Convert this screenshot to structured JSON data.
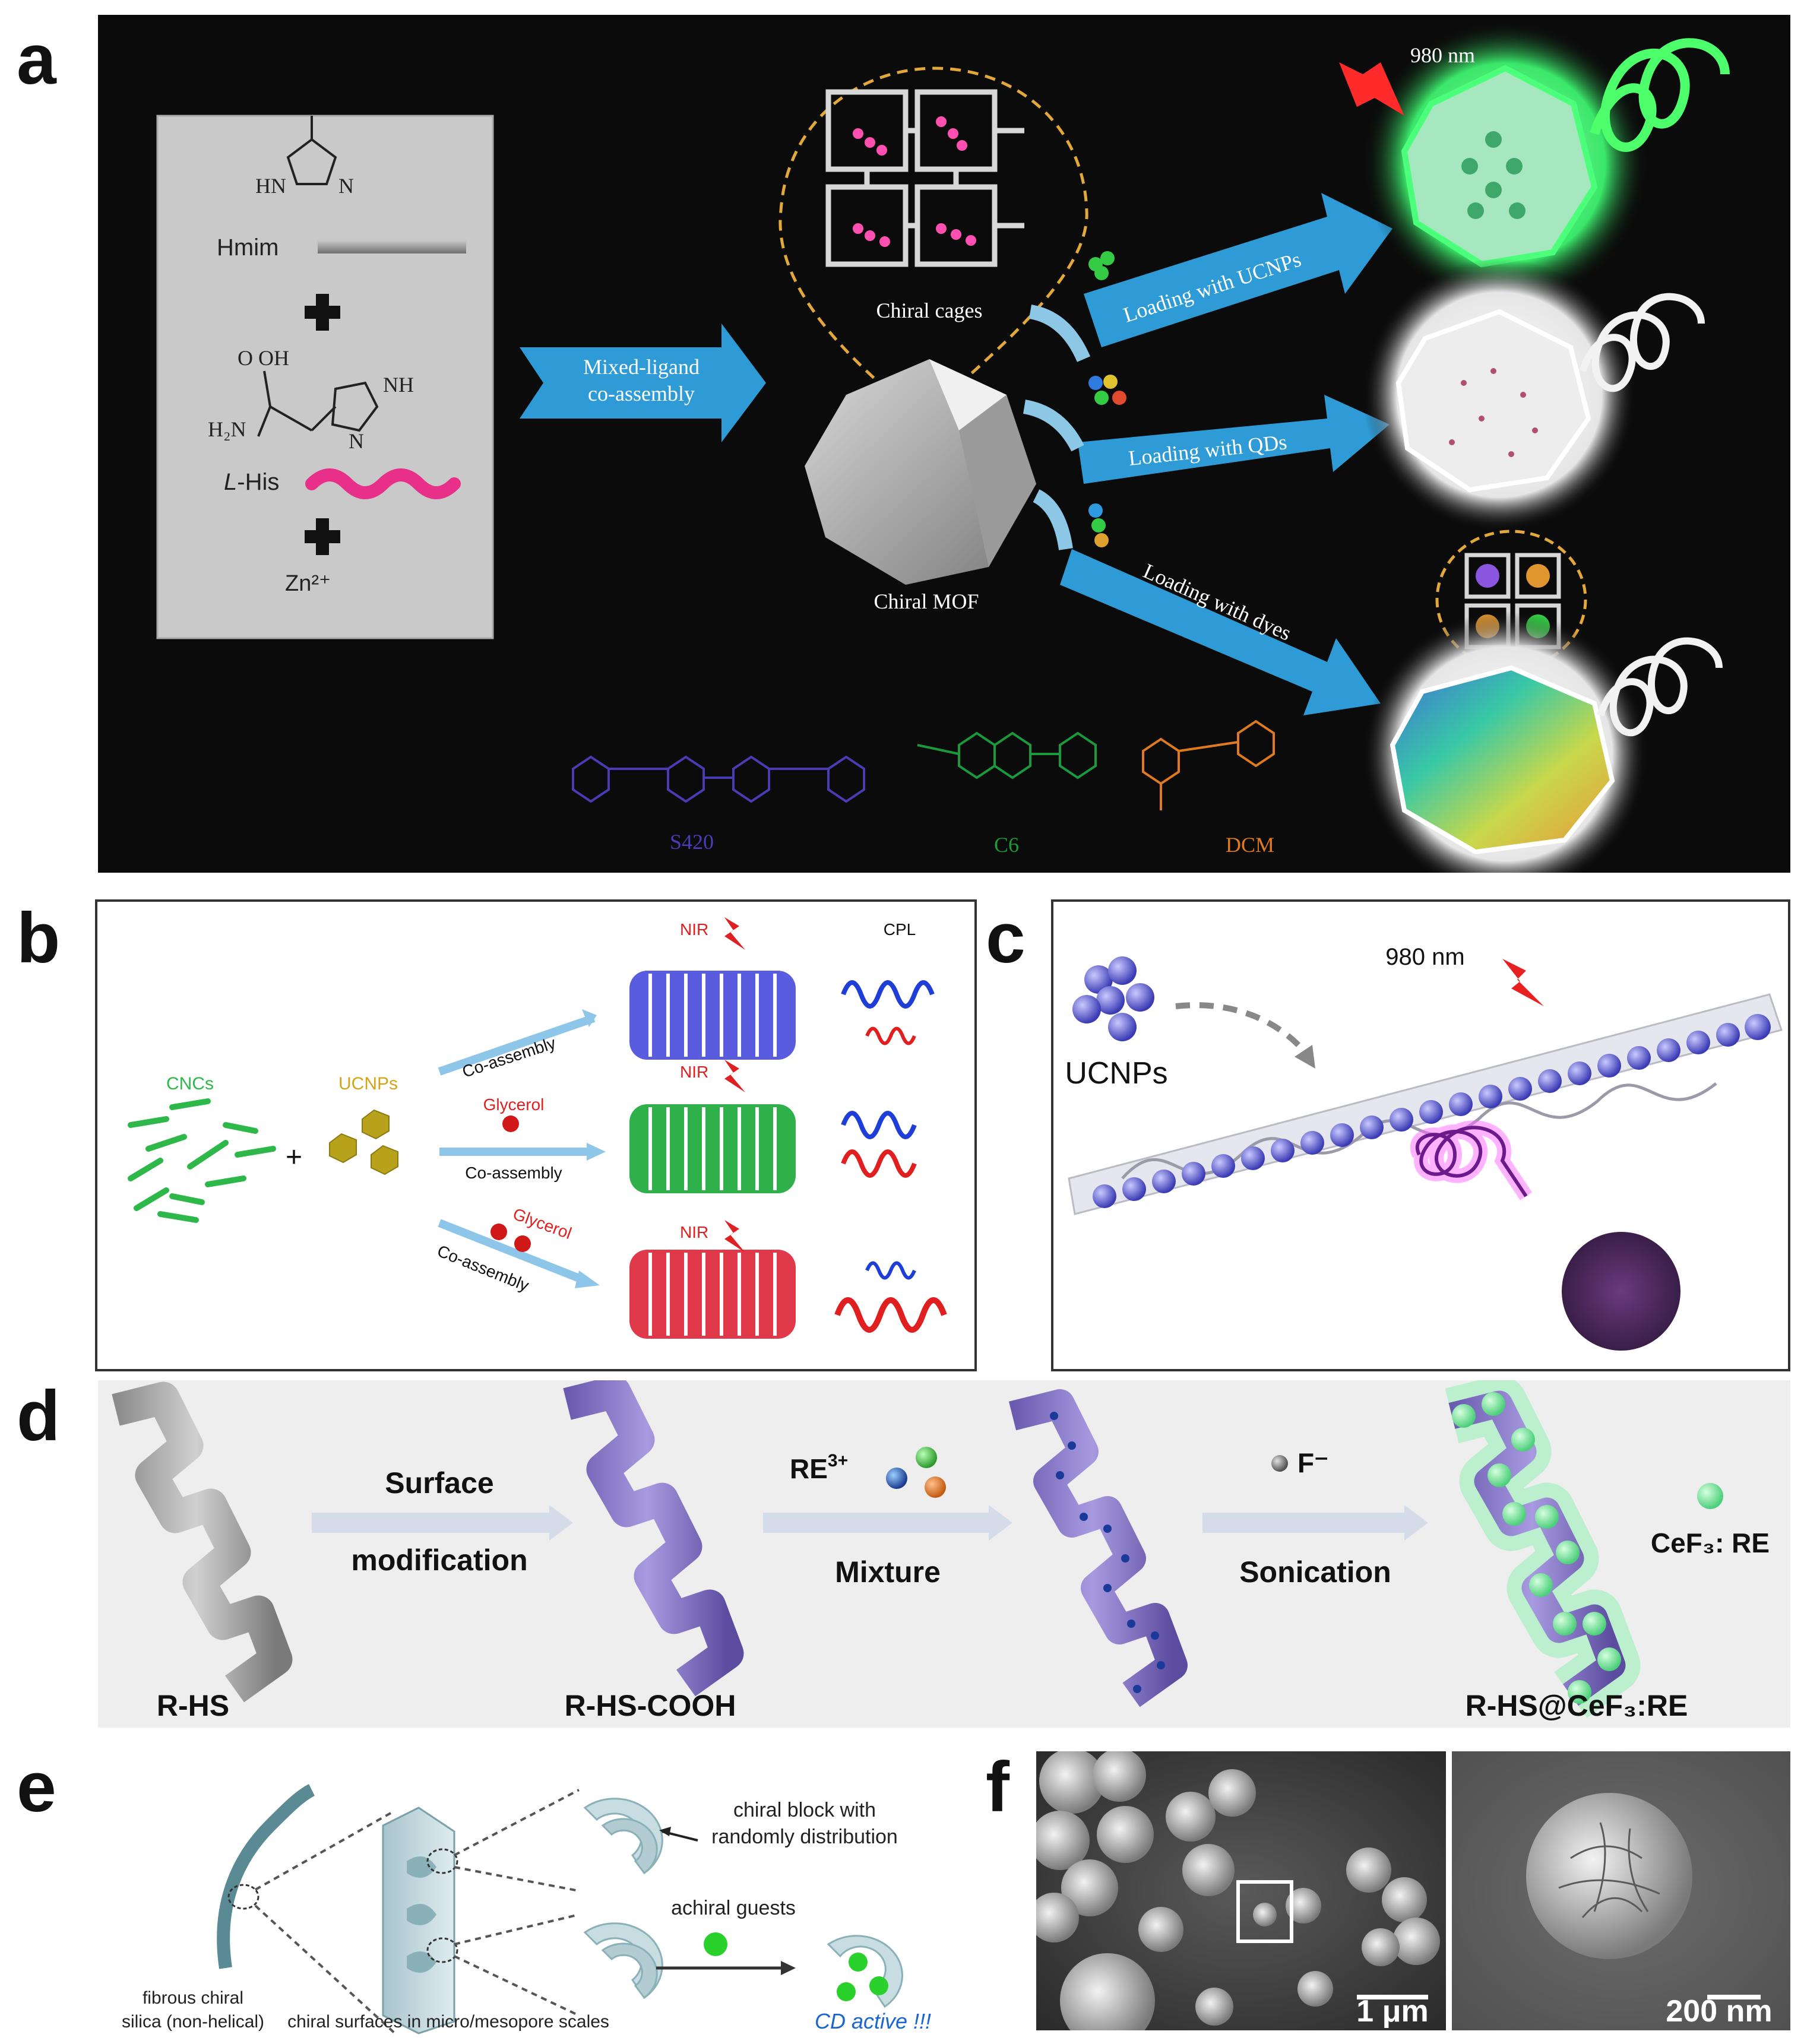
{
  "panels": {
    "a": {
      "letter": "a",
      "reagents": {
        "hmim_label": "Hmim",
        "his_prefix": "L",
        "his_label": "-His",
        "zn_label": "Zn²⁺",
        "hn": "HN",
        "n": "N",
        "oh": "O OH",
        "nh": "NH",
        "h2n": "H₂N"
      },
      "arrow_main": [
        "Mixed-ligand",
        "co-assembly"
      ],
      "chiral_cages": "Chiral cages",
      "chiral_mof": "Chiral MOF",
      "load_ucnps": "Loading with UCNPs",
      "load_qds": "Loading with QDs",
      "load_dyes": "Loading with dyes",
      "wavelength": "980 nm",
      "dyes": [
        "S420",
        "C6",
        "DCM"
      ],
      "colors": {
        "background": "#0b0b0b",
        "arrow": "#2e9bd6",
        "green": "#33ff66",
        "dye_s420": "#4b3bb4",
        "dye_c6": "#1a9a3a",
        "dye_dcm": "#e07a1f"
      }
    },
    "b": {
      "letter": "b",
      "cncs": "CNCs",
      "ucnps": "UCNPs",
      "plus": "+",
      "co_assembly_1": "Co-assembly",
      "glycerol_1": "Glycerol",
      "co_assembly_2": "Co-assembly",
      "glycerol_2": "Glycerol",
      "co_assembly_3": "Co-assembly",
      "nir": "NIR",
      "cpl": "CPL"
    },
    "c": {
      "letter": "c",
      "ucnps": "UCNPs",
      "wavelength": "980 nm"
    },
    "d": {
      "letter": "d",
      "step1": [
        "Surface",
        "modification"
      ],
      "re3": "RE",
      "re3_sup": "3+",
      "step2": "Mixture",
      "fminus": "F⁻",
      "step3": "Sonication",
      "legend": "CeF₃: RE",
      "label1": "R-HS",
      "label2": "R-HS-COOH",
      "label3": "R-HS@CeF₃:RE"
    },
    "e": {
      "letter": "e",
      "block": [
        "chiral block with",
        "randomly distribution"
      ],
      "guests": "achiral guests",
      "fibrous": [
        "fibrous chiral",
        "silica (non-helical)"
      ],
      "surfaces": "chiral surfaces in micro/mesopore scales",
      "cd": "CD active !!!"
    },
    "f": {
      "letter": "f",
      "scale1": "1 μm",
      "scale2": "200 nm"
    }
  }
}
